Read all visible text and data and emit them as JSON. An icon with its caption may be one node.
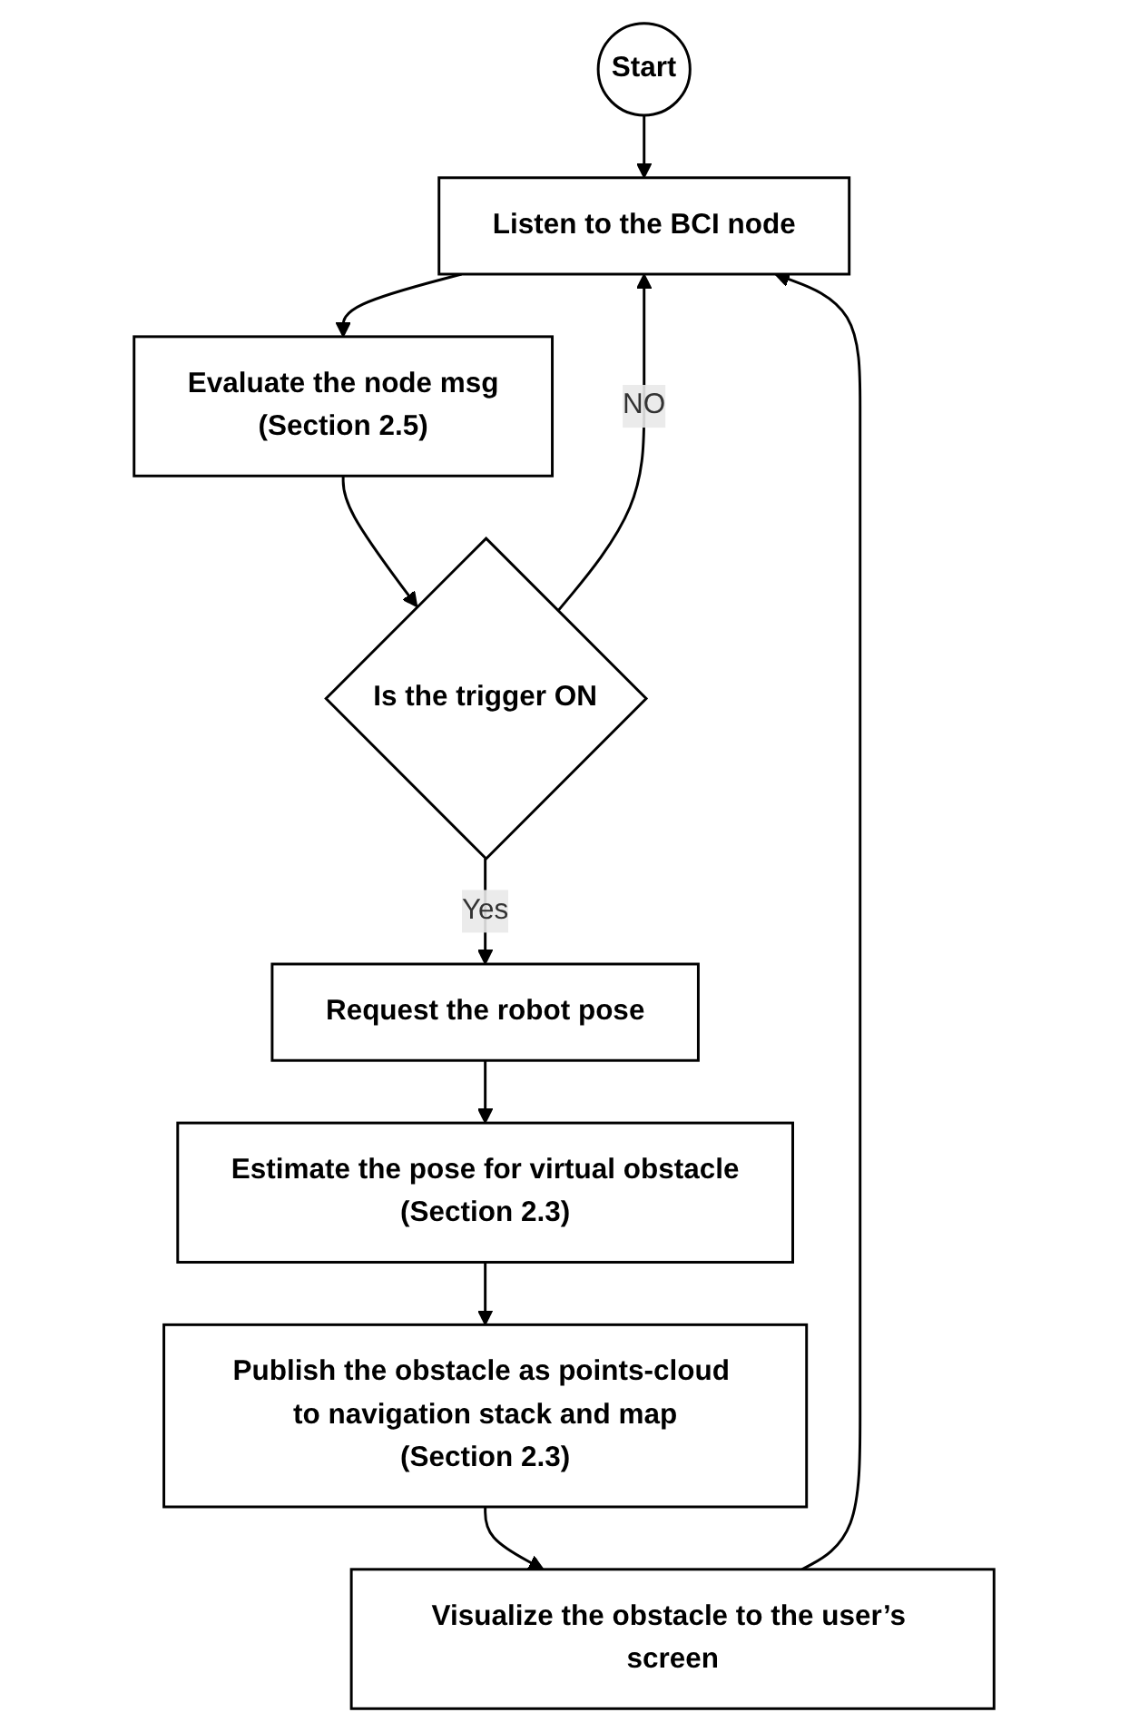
{
  "diagram": {
    "nodes": [
      {
        "text": [
          "Start"
        ]
      },
      {
        "text": [
          "Listen to the BCI node"
        ]
      },
      {
        "text": [
          "Evaluate the node msg",
          "(Section 2.5)"
        ]
      },
      {
        "text": [
          "Is the trigger ON"
        ]
      },
      {
        "text": [
          "Request the robot pose"
        ]
      },
      {
        "text": [
          "Estimate the pose for virtual obstacle",
          "(Section 2.3)"
        ]
      },
      {
        "text": [
          "Publish the obstacle as points-cloud to navigation stack and map",
          "(Section 2.3)"
        ]
      },
      {
        "text": [
          "Visualize the obstacle to the user’s screen"
        ]
      }
    ],
    "edges": [
      {
        "from": 0,
        "to": 1,
        "arrow": "to"
      },
      {
        "from": 1,
        "to": 2,
        "arrow": "to"
      },
      {
        "from": 2,
        "to": 3,
        "arrow": "to"
      },
      {
        "from": 3,
        "to": 4,
        "arrow": "to",
        "label": "Yes"
      },
      {
        "from": 4,
        "to": 5,
        "arrow": "to"
      },
      {
        "from": 5,
        "to": 6,
        "arrow": "to"
      },
      {
        "from": 6,
        "to": 7,
        "arrow": "to"
      },
      {
        "from": 7,
        "to": 1,
        "arrow": "to"
      },
      {
        "from": 3,
        "to": 1,
        "arrow": "to",
        "label": "NO"
      }
    ]
  }
}
